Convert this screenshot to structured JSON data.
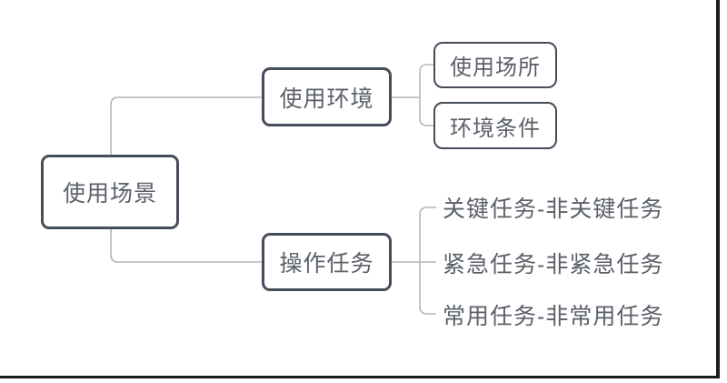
{
  "diagram": {
    "title": "usage-scenario-mindmap",
    "root": {
      "label": "使用场景"
    },
    "branches": [
      {
        "label": "使用环境",
        "children": [
          {
            "label": "使用场所"
          },
          {
            "label": "环境条件"
          }
        ]
      },
      {
        "label": "操作任务",
        "children": [
          {
            "label": "关键任务-非关键任务"
          },
          {
            "label": "紧急任务-非紧急任务"
          },
          {
            "label": "常用任务-非常用任务"
          }
        ]
      }
    ],
    "colors": {
      "background": "#ffffff",
      "node_border": "#454d5a",
      "node_text": "#5b6069",
      "connector": "#b3b7ba",
      "frame_border": "#1b1b1b"
    }
  }
}
